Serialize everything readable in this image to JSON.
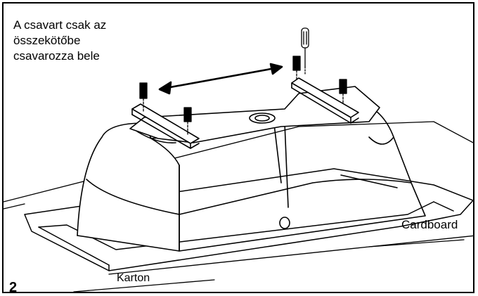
{
  "instruction": {
    "line1": "A csavart csak az",
    "line2": "összekötőbe",
    "line3": "csavarozza bele"
  },
  "labels": {
    "cardboard": "Cardboard",
    "karton": "Karton"
  },
  "step_number": "2",
  "colors": {
    "line": "#000000",
    "background": "#ffffff",
    "bath_fill": "#ffffff"
  },
  "icons": [
    "screwdriver-icon",
    "screw-icon",
    "double-arrow-icon"
  ]
}
